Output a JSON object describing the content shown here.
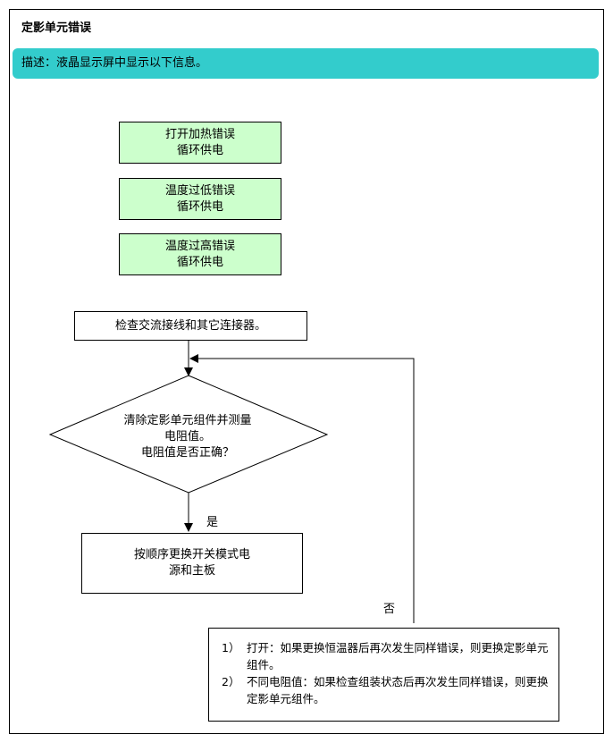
{
  "header": {
    "title": "定影单元错误"
  },
  "description": {
    "text": "描述：液晶显示屏中显示以下信息。"
  },
  "errors": [
    {
      "line1": "打开加热错误",
      "line2": "循环供电"
    },
    {
      "line1": "温度过低错误",
      "line2": "循环供电"
    },
    {
      "line1": "温度过高错误",
      "line2": "循环供电"
    }
  ],
  "flow": {
    "check_step": "检查交流接线和其它连接器。",
    "decision": {
      "line1": "清除定影单元组件并测量",
      "line2": "电阻值。",
      "line3": "电阻值是否正确？"
    },
    "yes_label": "是",
    "no_label": "否",
    "yes_action": {
      "line1": "按顺序更换开关模式电",
      "line2": "源和主板"
    }
  },
  "notes": [
    {
      "num": "1）",
      "text": "打开：如果更换恒温器后再次发生同样错误，则更换定影单元组件。"
    },
    {
      "num": "2）",
      "text": "不同电阻值：如果检查组装状态后再次发生同样错误，则更换定影单元组件。"
    }
  ]
}
